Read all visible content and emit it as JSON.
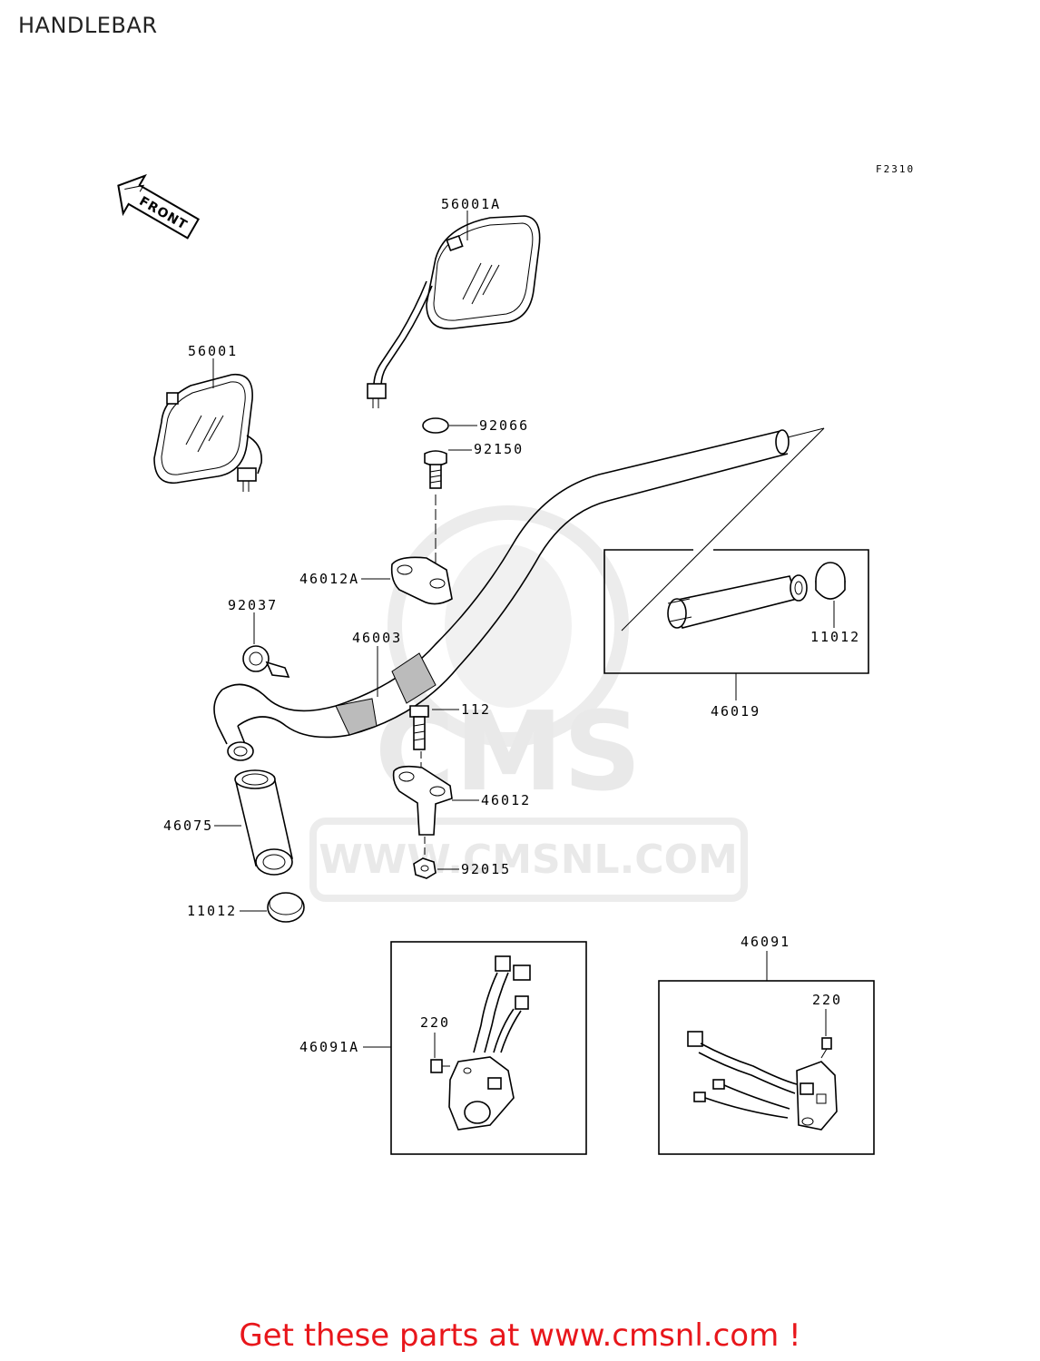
{
  "title": "HANDLEBAR",
  "figure_code": "F2310",
  "front_label": "FRONT",
  "watermark": {
    "brand": "CMS",
    "url": "WWW.CMSNL.COM"
  },
  "parts": {
    "mirror_right": "56001A",
    "mirror_left": "56001",
    "cap": "92066",
    "bolt_upper": "92150",
    "upper_holder": "46012A",
    "clamp": "92037",
    "handlebar": "46003",
    "bolt_lower": "112",
    "lower_holder": "46012",
    "grip_left": "46075",
    "nut": "92015",
    "end_cap_left": "11012",
    "end_cap_right": "11012",
    "throttle_grip": "46019",
    "switch_left": "46091A",
    "switch_right": "46091",
    "screw_left": "220",
    "screw_right": "220"
  },
  "footer_text": "Get these parts at www.cmsnl.com !",
  "colors": {
    "line": "#000000",
    "watermark": "#e6e6e6",
    "footer": "#e8161b",
    "title": "#222222"
  }
}
